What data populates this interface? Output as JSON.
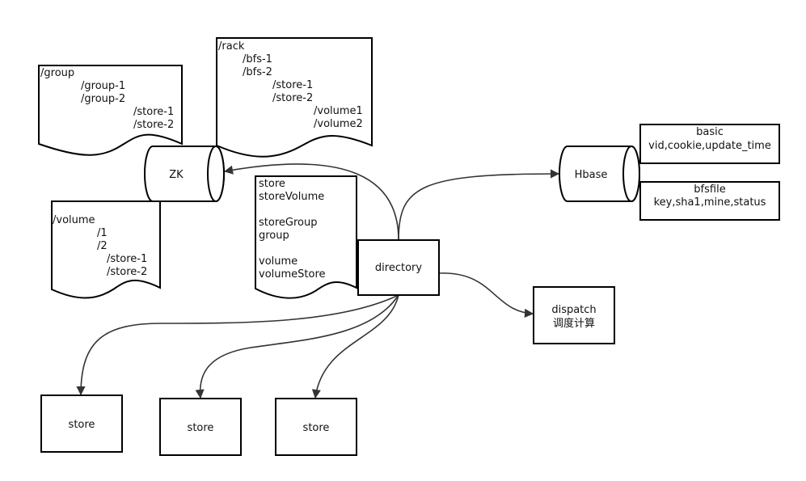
{
  "nodes": {
    "group_doc": {
      "lines": [
        "/group",
        "/group-1",
        "/group-2",
        "/store-1",
        "/store-2"
      ]
    },
    "rack_doc": {
      "lines": [
        "/rack",
        "/bfs-1",
        "/bfs-2",
        "/store-1",
        "/store-2",
        "/volume1",
        "/volume2"
      ]
    },
    "volume_doc": {
      "lines": [
        "/volume",
        "/1",
        "/2",
        "/store-1",
        "/store-2"
      ]
    },
    "dir_doc": {
      "lines": [
        "store",
        "storeVolume",
        "",
        "storeGroup",
        "group",
        "",
        "volume",
        "volumeStore"
      ]
    },
    "zk": {
      "label": "ZK"
    },
    "hbase": {
      "label": "Hbase"
    },
    "basic_table": {
      "lines": [
        "basic",
        "vid,cookie,update_time"
      ]
    },
    "bfsfile_table": {
      "lines": [
        "bfsfile",
        "key,sha1,mine,status"
      ]
    },
    "directory": {
      "label": "directory"
    },
    "dispatch": {
      "lines": [
        "dispatch",
        "调度计算"
      ]
    },
    "store1": {
      "label": "store"
    },
    "store2": {
      "label": "store"
    },
    "store3": {
      "label": "store"
    }
  }
}
